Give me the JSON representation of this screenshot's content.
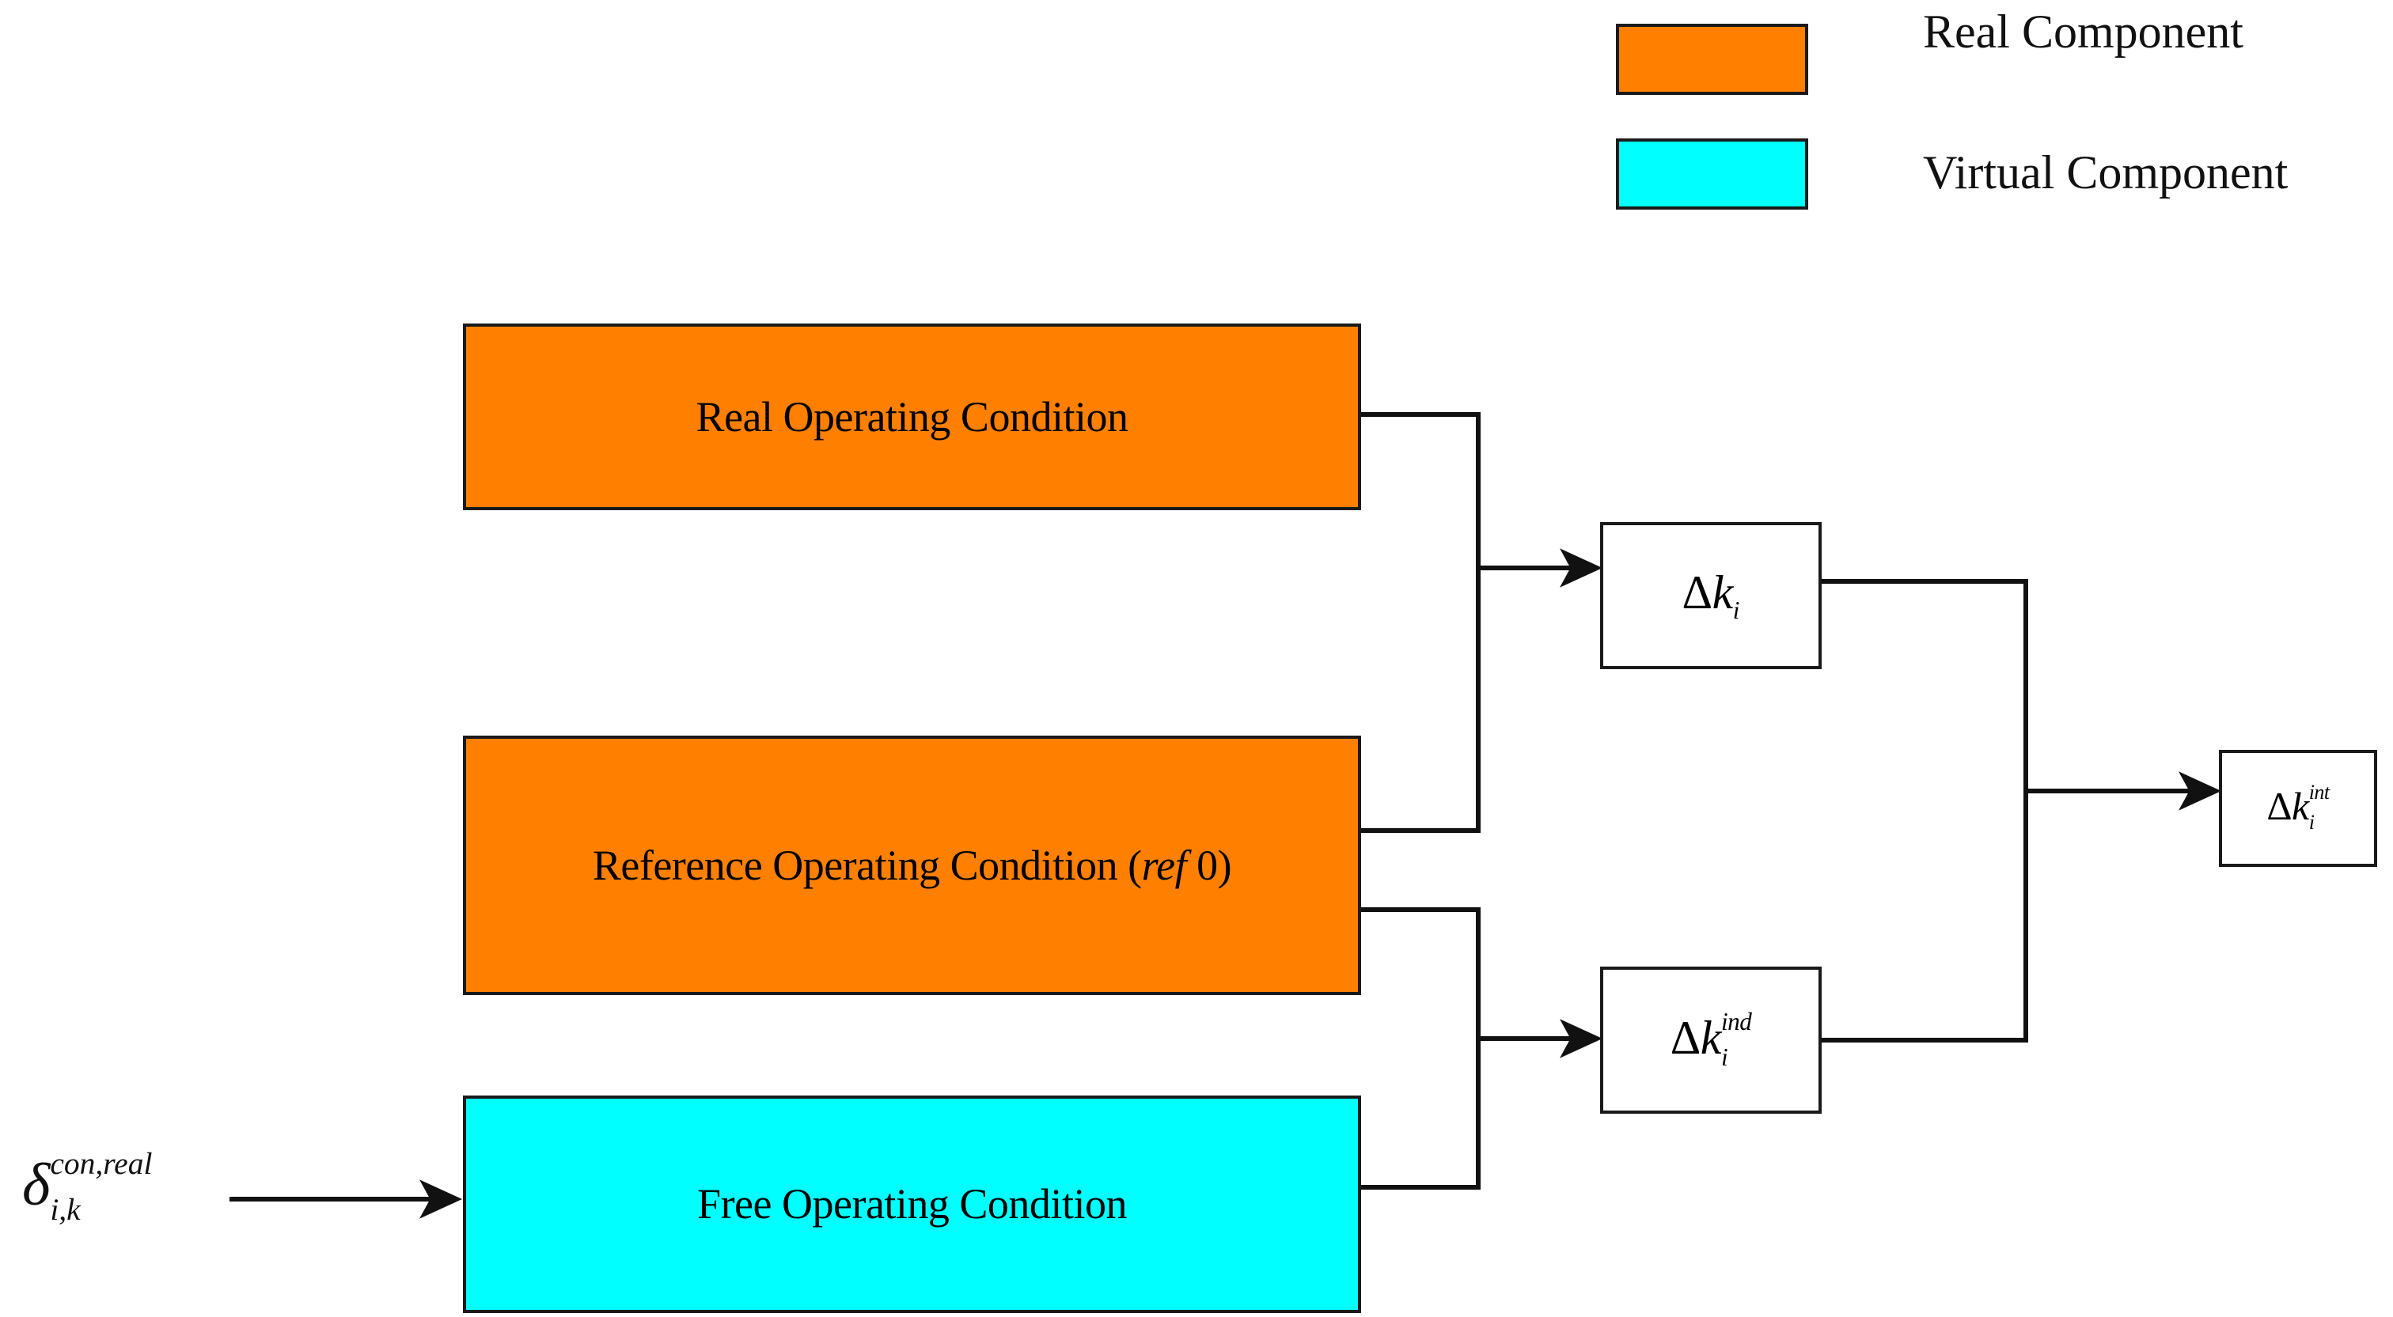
{
  "figure": {
    "type": "block-diagram",
    "background": "#ffffff",
    "title_visible": false
  },
  "colors": {
    "real_component": "#ff8000",
    "virtual_component": "#00ffff",
    "stroke": "#1a1a1a",
    "plain_box_fill": "#ffffff",
    "text": "#000000"
  },
  "legend": {
    "position": "top-right",
    "items": [
      {
        "swatch_color": "#ff8000",
        "label": "Real Component",
        "icon": "orange-square-swatch"
      },
      {
        "swatch_color": "#00ffff",
        "label": "Virtual Component",
        "icon": "cyan-square-swatch"
      }
    ]
  },
  "inputs": [
    {
      "id": "delta-con-real",
      "symbol": "δ",
      "superscript": "con,real",
      "subscript": "i,k",
      "target": "free-operating-condition"
    }
  ],
  "blocks": [
    {
      "id": "real-operating-condition",
      "label": "Real Operating Condition",
      "fill": "#ff8000",
      "component_type": "Real Component"
    },
    {
      "id": "reference-operating-condition",
      "label_prefix": "Reference Operating Condition (",
      "label_italic": "ref",
      "label_suffix": " 0)",
      "label_plain": "Reference Operating Condition (ref 0)",
      "fill": "#ff8000",
      "component_type": "Real Component"
    },
    {
      "id": "free-operating-condition",
      "label": "Free Operating Condition",
      "fill": "#00ffff",
      "component_type": "Virtual Component"
    },
    {
      "id": "delta-k-i",
      "symbol": "Δ",
      "base": "k",
      "subscript": "i",
      "superscript": "",
      "label_plain": "Δk_i",
      "fill": "#ffffff"
    },
    {
      "id": "delta-k-i-ind",
      "symbol": "Δ",
      "base": "k",
      "subscript": "i",
      "superscript": "ind",
      "label_plain": "Δk_i^ind",
      "fill": "#ffffff"
    },
    {
      "id": "delta-k-i-int",
      "symbol": "Δ",
      "base": "k",
      "subscript": "i",
      "superscript": "int",
      "label_plain": "Δk_i^int",
      "fill": "#ffffff"
    }
  ],
  "connections": [
    {
      "from": "delta-con-real",
      "to": "free-operating-condition",
      "arrow": true
    },
    {
      "from": "real-operating-condition",
      "to": "delta-k-i",
      "arrow": true,
      "style": "elbow-merge"
    },
    {
      "from": "reference-operating-condition",
      "to": "delta-k-i",
      "arrow": true,
      "style": "elbow-merge"
    },
    {
      "from": "reference-operating-condition",
      "to": "delta-k-i-ind",
      "arrow": true,
      "style": "elbow-merge"
    },
    {
      "from": "free-operating-condition",
      "to": "delta-k-i-ind",
      "arrow": true,
      "style": "elbow-merge"
    },
    {
      "from": "delta-k-i",
      "to": "delta-k-i-int",
      "arrow": true,
      "style": "elbow-merge"
    },
    {
      "from": "delta-k-i-ind",
      "to": "delta-k-i-int",
      "arrow": true,
      "style": "elbow-merge"
    }
  ]
}
